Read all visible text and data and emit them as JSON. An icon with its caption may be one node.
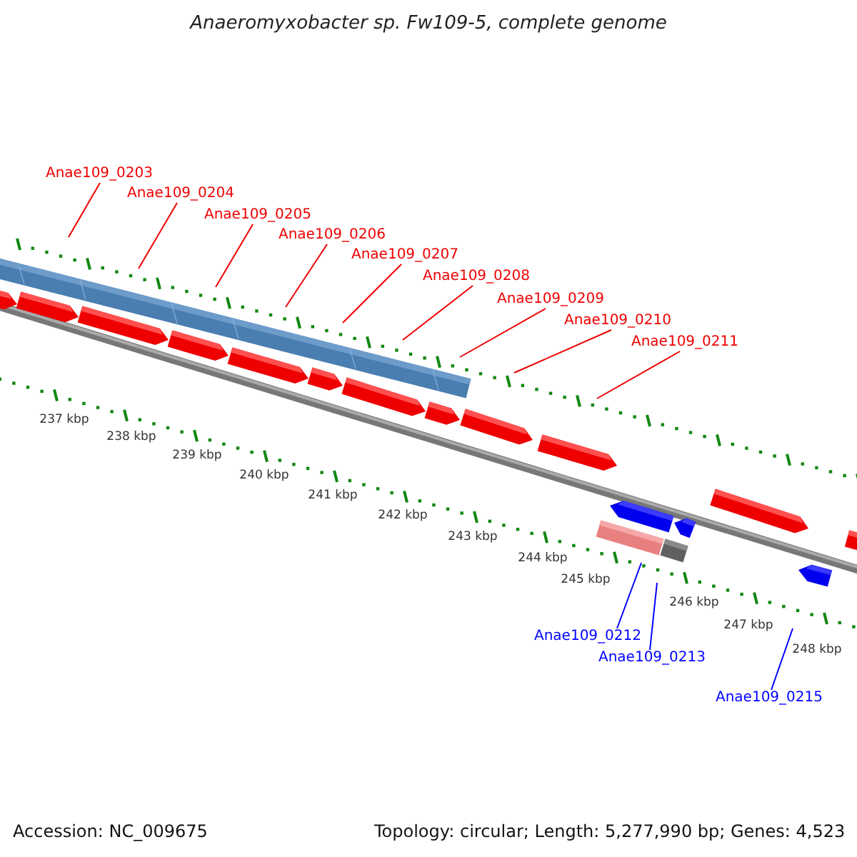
{
  "diagram": {
    "title": "Anaeromyxobacter sp. Fw109-5, complete genome",
    "nodes": [
      {
        "text": [
          "Anae109_0203"
        ]
      },
      {
        "text": [
          "Anae109_0204"
        ]
      },
      {
        "text": [
          "Anae109_0205"
        ]
      },
      {
        "text": [
          "Anae109_0206"
        ]
      },
      {
        "text": [
          "Anae109_0207"
        ]
      },
      {
        "text": [
          "Anae109_0208"
        ]
      },
      {
        "text": [
          "Anae109_0209"
        ]
      },
      {
        "text": [
          "Anae109_0210"
        ]
      },
      {
        "text": [
          "Anae109_0211"
        ]
      },
      {
        "text": [
          "Anae109_0212"
        ]
      },
      {
        "text": [
          "Anae109_0213"
        ]
      },
      {
        "text": [
          "Anae109_0215"
        ]
      }
    ],
    "edges": [
      {
        "from": 0,
        "to": null,
        "arrow": "none"
      },
      {
        "from": 1,
        "to": null,
        "arrow": "none"
      },
      {
        "from": 2,
        "to": null,
        "arrow": "none"
      },
      {
        "from": 3,
        "to": null,
        "arrow": "none"
      },
      {
        "from": 4,
        "to": null,
        "arrow": "none"
      },
      {
        "from": 5,
        "to": null,
        "arrow": "none"
      },
      {
        "from": 6,
        "to": null,
        "arrow": "none"
      },
      {
        "from": 7,
        "to": null,
        "arrow": "none"
      },
      {
        "from": 8,
        "to": null,
        "arrow": "none"
      },
      {
        "from": 9,
        "to": null,
        "arrow": "none",
        "color": "#0000ff"
      },
      {
        "from": 10,
        "to": null,
        "arrow": "none",
        "color": "#0000ff"
      },
      {
        "from": 11,
        "to": null,
        "arrow": "none",
        "color": "#0000ff"
      }
    ],
    "labels": [
      "237 kbp",
      "238 kbp",
      "239 kbp",
      "240 kbp",
      "241 kbp",
      "242 kbp",
      "243 kbp",
      "244 kbp",
      "245 kbp",
      "246 kbp",
      "247 kbp",
      "248 kbp",
      "Accession: NC_009675",
      "Topology: circular; Length: 5,277,990 bp; Genes: 4,523"
    ]
  }
}
